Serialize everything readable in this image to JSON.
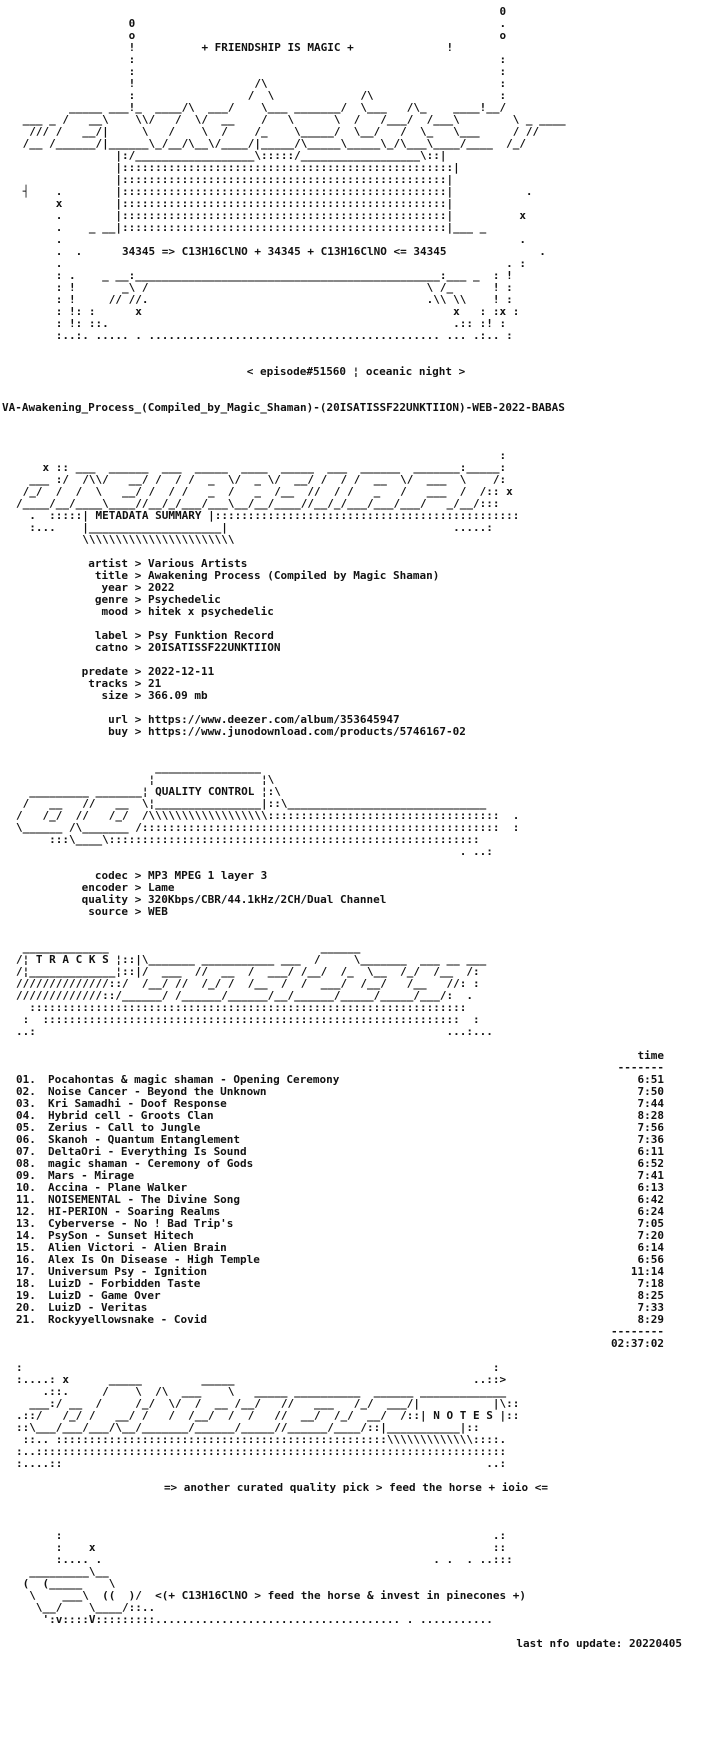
{
  "header": {
    "slogan": "+ FRIENDSHIP IS MAGIC +",
    "formula": "34345 => C13H16ClNO + 34345 + C13H16ClNO <= 34345",
    "episode": "< episode#51560 ¦ oceanic night >",
    "release": "VA-Awakening_Process_(Compiled_by_Magic_Shaman)-(20ISATISSF22UNKTIION)-WEB-2022-BABAS"
  },
  "metadata": {
    "heading": "METADATA SUMMARY",
    "rows": [
      {
        "k": "artist",
        "v": "Various Artists"
      },
      {
        "k": "title",
        "v": "Awakening Process (Compiled by Magic Shaman)"
      },
      {
        "k": "year",
        "v": "2022"
      },
      {
        "k": "genre",
        "v": "Psychedelic"
      },
      {
        "k": "mood",
        "v": "hitek x psychedelic"
      },
      {
        "k": "label",
        "v": "Psy Funktion Record"
      },
      {
        "k": "catno",
        "v": "20ISATISSF22UNKTIION"
      },
      {
        "k": "predate",
        "v": "2022-12-11"
      },
      {
        "k": "tracks",
        "v": "21"
      },
      {
        "k": "size",
        "v": "366.09 mb"
      },
      {
        "k": "url",
        "v": "https://www.deezer.com/album/353645947"
      },
      {
        "k": "buy",
        "v": "https://www.junodownload.com/products/5746167-02"
      }
    ]
  },
  "quality": {
    "heading": "QUALITY CONTROL",
    "rows": [
      {
        "k": "codec",
        "v": "MP3 MPEG 1 layer 3"
      },
      {
        "k": "encoder",
        "v": "Lame"
      },
      {
        "k": "quality",
        "v": "320Kbps/CBR/44.1kHz/2CH/Dual Channel"
      },
      {
        "k": "source",
        "v": "WEB"
      }
    ]
  },
  "tracks": {
    "heading": "T R A C K S",
    "time_label": "time",
    "items": [
      {
        "n": "01.",
        "t": "Pocahontas & magic shaman - Opening Ceremony",
        "d": "6:51"
      },
      {
        "n": "02.",
        "t": "Noise Cancer - Beyond the Unknown",
        "d": "7:50"
      },
      {
        "n": "03.",
        "t": "Kri Samadhi - Doof Response",
        "d": "7:44"
      },
      {
        "n": "04.",
        "t": "Hybrid cell - Groots Clan",
        "d": "8:28"
      },
      {
        "n": "05.",
        "t": "Zerius - Call to Jungle",
        "d": "7:56"
      },
      {
        "n": "06.",
        "t": "Skanoh - Quantum Entanglement",
        "d": "7:36"
      },
      {
        "n": "07.",
        "t": "DeltaOri - Everything Is Sound",
        "d": "6:11"
      },
      {
        "n": "08.",
        "t": "magic shaman - Ceremony of Gods",
        "d": "6:52"
      },
      {
        "n": "09.",
        "t": "Mars - Mirage",
        "d": "7:41"
      },
      {
        "n": "10.",
        "t": "Accina - Plane Walker",
        "d": "6:13"
      },
      {
        "n": "11.",
        "t": "NOISEMENTAL - The Divine Song",
        "d": "6:42"
      },
      {
        "n": "12.",
        "t": "HI-PERION - Soaring Realms",
        "d": "6:24"
      },
      {
        "n": "13.",
        "t": "Cyberverse - No ! Bad Trip's",
        "d": "7:05"
      },
      {
        "n": "14.",
        "t": "PsySon - Sunset Hitech",
        "d": "7:20"
      },
      {
        "n": "15.",
        "t": "Alien Victori - Alien Brain",
        "d": "6:14"
      },
      {
        "n": "16.",
        "t": "Alex Is On Disease - High Temple",
        "d": "6:56"
      },
      {
        "n": "17.",
        "t": "Universum Psy - Ignition",
        "d": "11:14"
      },
      {
        "n": "18.",
        "t": "LuizD - Forbidden Taste",
        "d": "7:18"
      },
      {
        "n": "19.",
        "t": "LuizD - Game Over",
        "d": "8:25"
      },
      {
        "n": "20.",
        "t": "LuizD - Veritas",
        "d": "7:33"
      },
      {
        "n": "21.",
        "t": "Rockyyellowsnake - Covid",
        "d": "8:29"
      }
    ],
    "total": "02:37:02"
  },
  "notes": {
    "heading": "N O T E S",
    "text": "=> another curated quality pick > feed the horse + ioio <="
  },
  "footer": {
    "tagline": "<(+ C13H16ClNO > feed the horse & invest in pinecones +)",
    "update": "last nfo update: 20220405"
  }
}
